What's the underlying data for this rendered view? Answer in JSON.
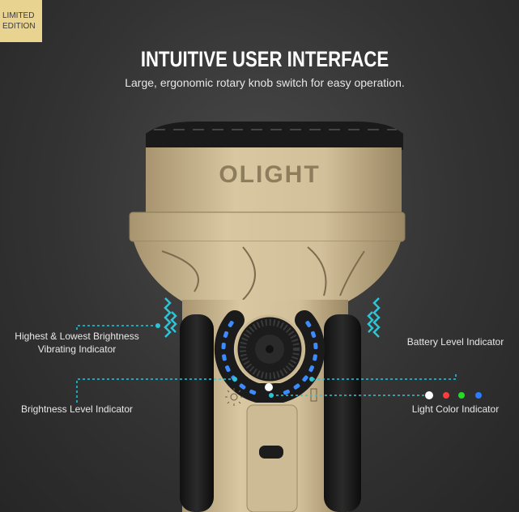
{
  "badge": {
    "line1": "LIMITED",
    "line2": "EDITION",
    "color": "#e8d391"
  },
  "header": {
    "title": "INTUITIVE USER INTERFACE",
    "subtitle": "Large, ergonomic rotary knob switch for easy operation."
  },
  "product": {
    "brand": "OLIGHT"
  },
  "callouts": {
    "vibrating_line1": "Highest & Lowest Brightness",
    "vibrating_line2": "Vibrating Indicator",
    "brightness": "Brightness Level Indicator",
    "battery": "Battery Level Indicator",
    "light_color": "Light Color Indicator"
  },
  "light_colors": [
    "#ffffff",
    "#ff3b3b",
    "#22dd22",
    "#2a7bff"
  ],
  "accent": "#2ec4d6"
}
